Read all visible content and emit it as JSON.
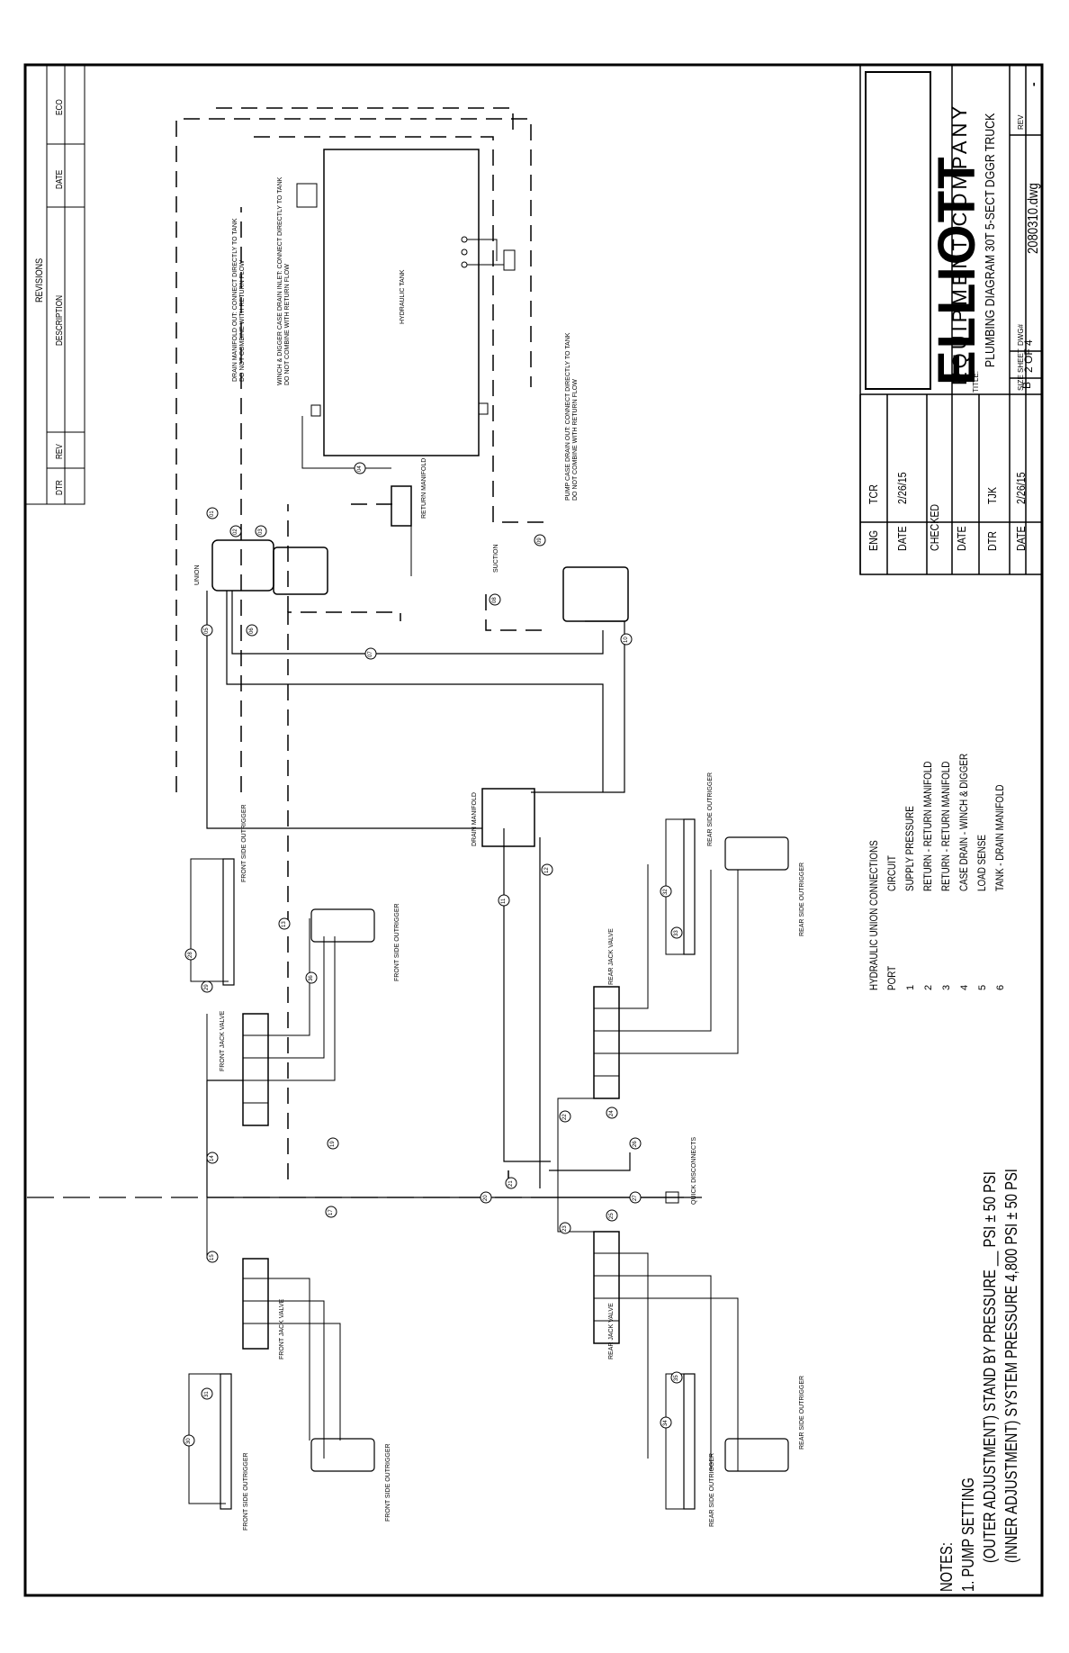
{
  "title_block": {
    "company_logo": "ELLIOTT",
    "company_sub": "EQUIPMENT COMPANY",
    "title_label": "TITLE:",
    "title": "PLUMBING DIAGRAM 30T 5-SECT DGGR TRUCK",
    "size_label": "SIZE",
    "size": "B",
    "sheet_label": "SHEET",
    "sheet": "2 OF 4",
    "dwg_label": "DWG#",
    "dwg": "2080310.dwg",
    "rev_label": "REV",
    "rev": "-",
    "eng_label": "ENG",
    "eng": "TCR",
    "date_label": "DATE",
    "eng_date": "2/26/15",
    "checked_label": "CHECKED",
    "checked_date_label": "DATE",
    "dtr_label": "DTR",
    "dtr": "TJK",
    "dtr_date_label": "DATE",
    "dtr_date": "2/26/15"
  },
  "revisions": {
    "title": "REVISIONS",
    "headers": [
      "DTR",
      "REV",
      "DESCRIPTION",
      "DATE",
      "ECO"
    ]
  },
  "connections": {
    "title": "HYDRAULIC UNION CONNECTIONS",
    "port_header": "PORT",
    "circuit_header": "CIRCUIT",
    "rows": [
      {
        "port": "1",
        "circuit": "SUPPLY PRESSURE"
      },
      {
        "port": "2",
        "circuit": "RETURN - RETURN MANIFOLD"
      },
      {
        "port": "3",
        "circuit": "RETURN - RETURN MANIFOLD"
      },
      {
        "port": "4",
        "circuit": "CASE DRAIN - WINCH & DIGGER"
      },
      {
        "port": "5",
        "circuit": "LOAD SENSE"
      },
      {
        "port": "6",
        "circuit": "TANK - DRAIN MANIFOLD"
      }
    ]
  },
  "notes": {
    "title": "NOTES:",
    "line1": "1. PUMP SETTING",
    "line2": "(OUTER ADJUSTMENT) STAND BY PRESSURE __ PSI ± 50 PSI",
    "line3": "(INNER ADJUSTMENT) SYSTEM PRESSURE 4,800 PSI ± 50 PSI"
  },
  "diagram": {
    "tank": "HYDRAULIC TANK",
    "return_manifold": "RETURN MANIFOLD",
    "drain_manifold": "DRAIN MANIFOLD",
    "manifold_label": "UNION",
    "suction": "SUCTION",
    "quick_disconnects": "QUICK DISCONNECTS",
    "note_drain1": "DRAIN MANIFOLD OUT: CONNECT DIRECTLY TO TANK",
    "note_drain2": "DO NOT COMBINE WITH RETURN FLOW",
    "note_winch1": "WINCH & DIGGER CASE DRAIN INLET: CONNECT DIRECTLY TO TANK",
    "note_winch2": "DO NOT COMBINE WITH RETURN FLOW",
    "note_pump1": "PUMP CASE DRAIN OUT: CONNECT DIRECTLY TO TANK",
    "note_pump2": "DO NOT COMBINE WITH RETURN FLOW",
    "front_jack_valve": "FRONT JACK VALVE",
    "rear_jack_valve": "REAR JACK VALVE",
    "front_side_outrigger": "FRONT SIDE OUTRIGGER",
    "rear_side_outrigger": "REAR SIDE OUTRIGGER"
  },
  "hose_numbers": [
    "01",
    "02",
    "03",
    "04",
    "05",
    "06",
    "07",
    "08",
    "09",
    "10",
    "11",
    "12",
    "13",
    "14",
    "15",
    "17",
    "19",
    "20",
    "21",
    "22",
    "23",
    "24",
    "25",
    "26",
    "27",
    "28",
    "29",
    "30",
    "31",
    "32",
    "33",
    "34",
    "35",
    "36"
  ]
}
